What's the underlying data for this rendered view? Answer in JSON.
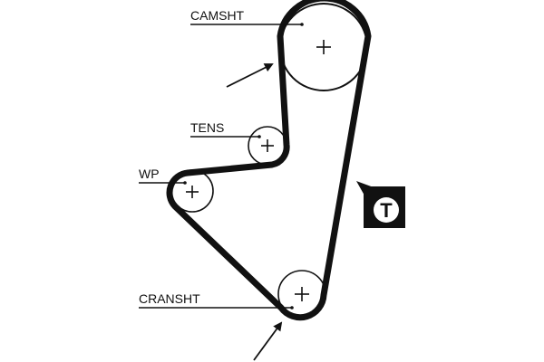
{
  "diagram": {
    "title": "Timing belt routing",
    "labels": {
      "camshaft": "CAMSHT",
      "tensioner": "TENS",
      "water_pump": "WP",
      "crankshaft": "CRANSHT"
    },
    "badge": {
      "letter": "T",
      "meaning": "tensioner-marker"
    },
    "colors": {
      "belt": "#111111",
      "background": "#ffffff",
      "badge_fill": "#111111",
      "badge_circle": "#ffffff"
    },
    "pulleys": [
      "camshaft",
      "tensioner",
      "water_pump",
      "crankshaft"
    ],
    "arrows": [
      {
        "meaning": "rotation-direction-camshaft"
      },
      {
        "meaning": "rotation-direction-crankshaft"
      }
    ]
  }
}
